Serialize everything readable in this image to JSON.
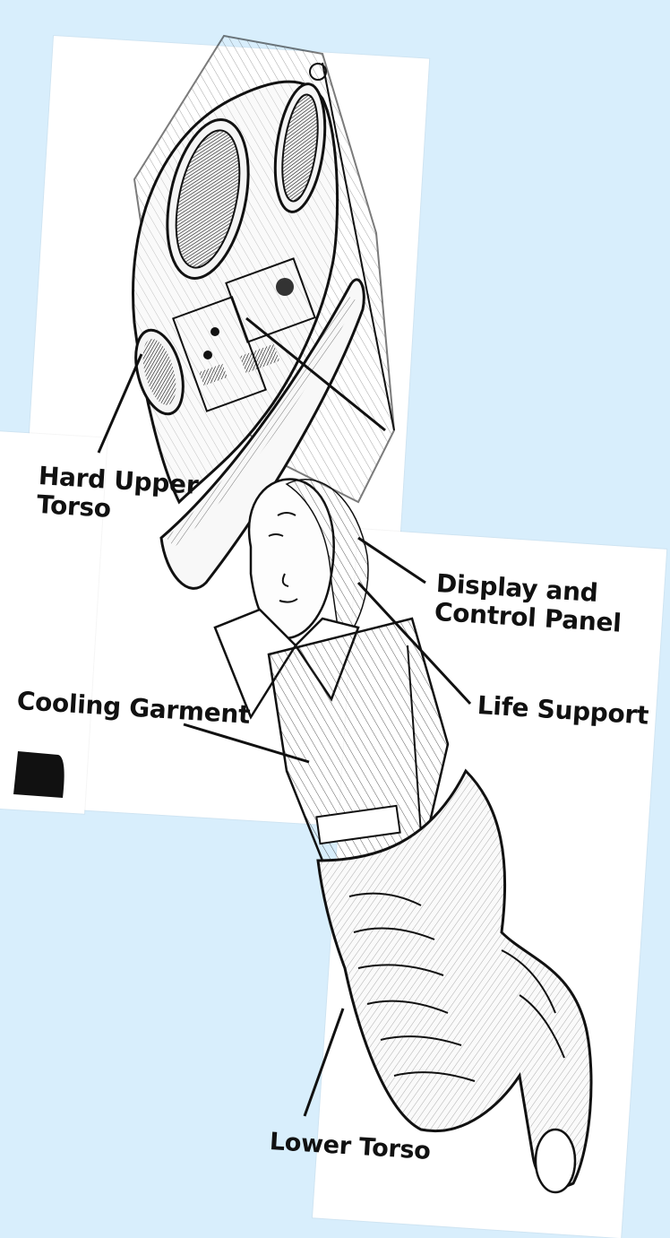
{
  "labels": {
    "hard_upper_torso": {
      "line1": "Hard Upper",
      "line2": "Torso"
    },
    "display_control_panel": {
      "line1": "Display and",
      "line2": "Control Panel"
    },
    "life_support": "Life Support",
    "cooling_garment": "Cooling Garment",
    "lower_torso": "Lower Torso"
  },
  "colors": {
    "background": "#d8eefc",
    "paper": "#ffffff",
    "ink": "#111111"
  }
}
